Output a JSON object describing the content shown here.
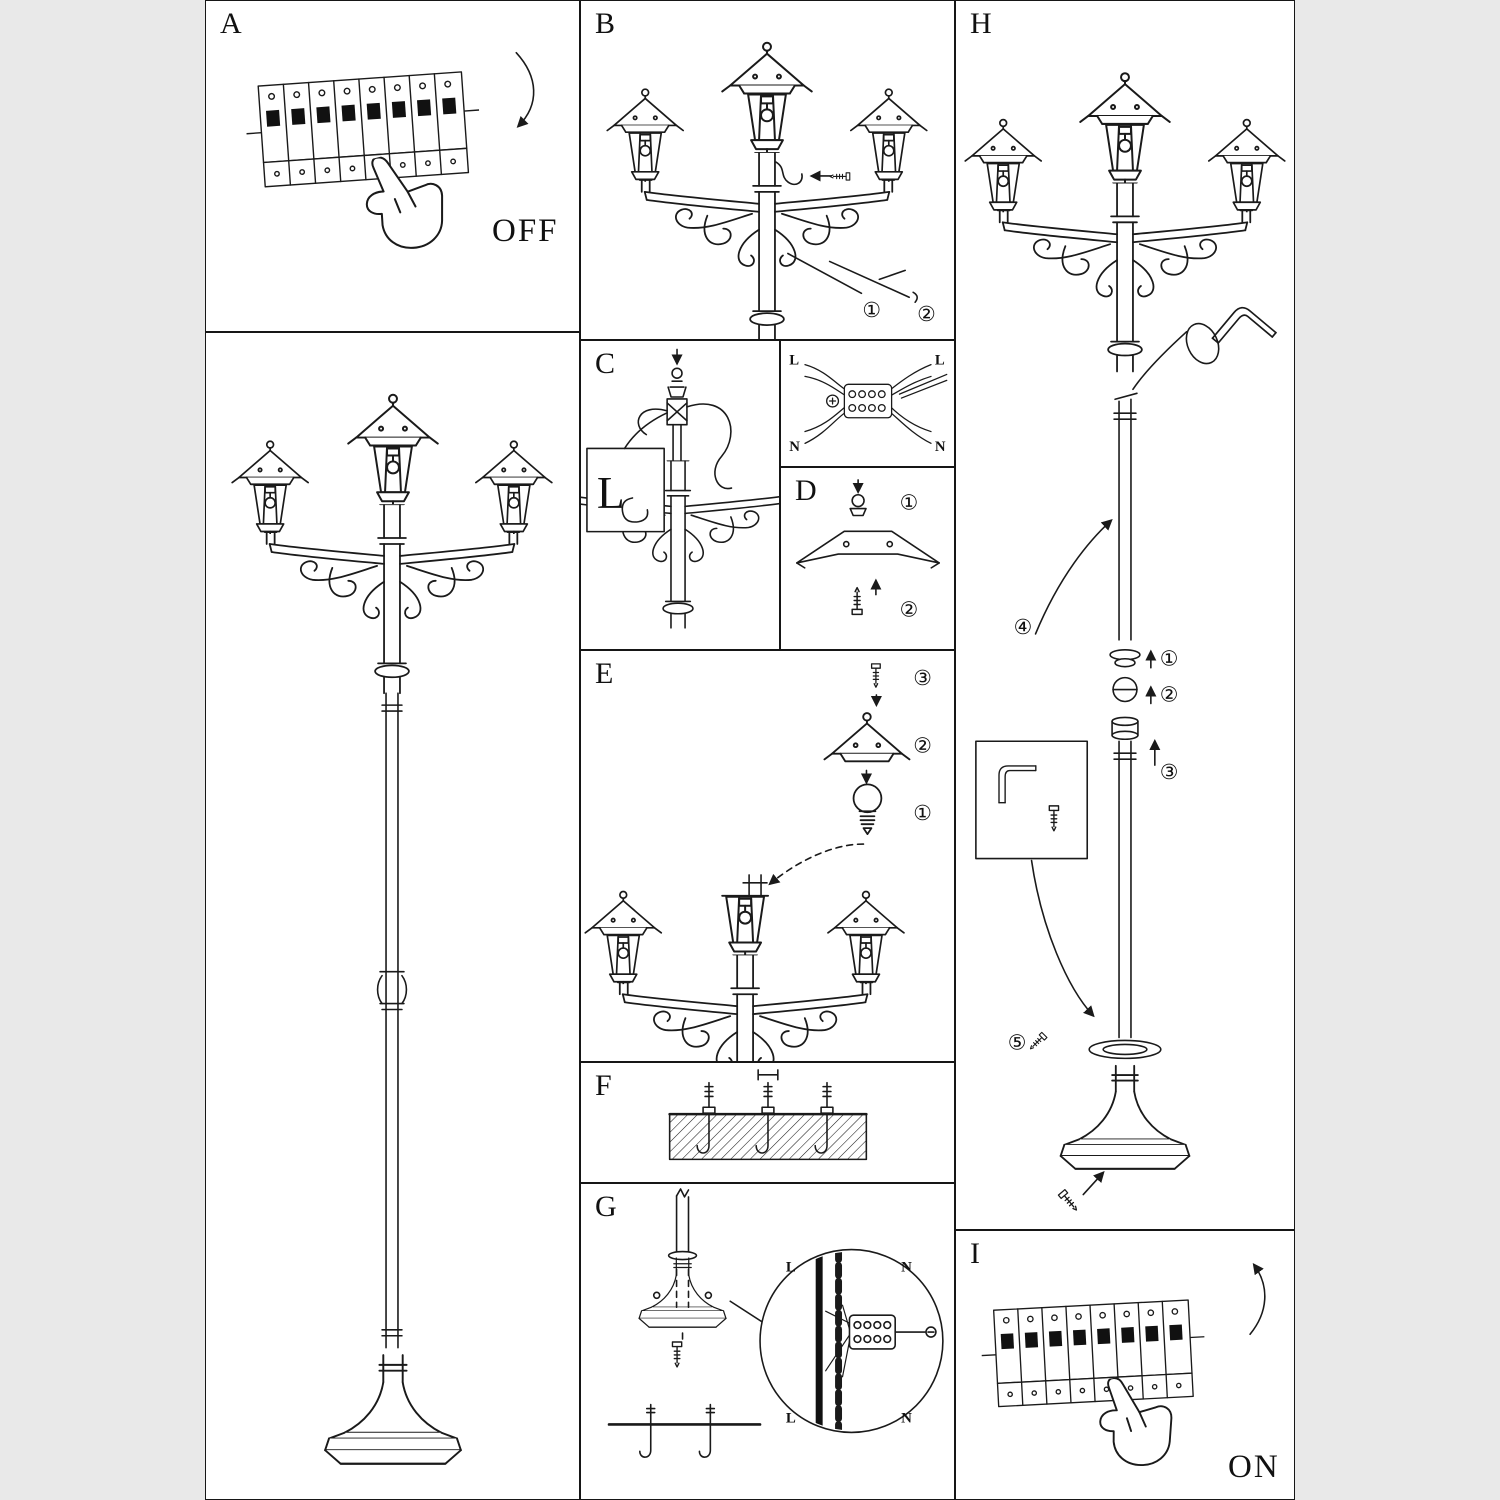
{
  "colors": {
    "background": "#e9e9e9",
    "panel": "#ffffff",
    "line": "#1a1a1a"
  },
  "panels": {
    "A": {
      "label": "A",
      "state": "OFF"
    },
    "B": {
      "label": "B",
      "callouts": [
        "①",
        "②"
      ]
    },
    "C": {
      "label": "C",
      "inset_letter": "L",
      "wire_labels": [
        "L",
        "N",
        "L",
        "N"
      ]
    },
    "D": {
      "label": "D",
      "callouts": [
        "①",
        "②"
      ]
    },
    "E": {
      "label": "E",
      "callouts": [
        "③",
        "②",
        "①"
      ]
    },
    "F": {
      "label": "F"
    },
    "G": {
      "label": "G",
      "wire_labels": [
        "L",
        "N",
        "L",
        "N"
      ]
    },
    "H": {
      "label": "H",
      "callouts": [
        "④",
        "①",
        "②",
        "③",
        "⑤"
      ]
    },
    "I": {
      "label": "I",
      "state": "ON"
    }
  }
}
